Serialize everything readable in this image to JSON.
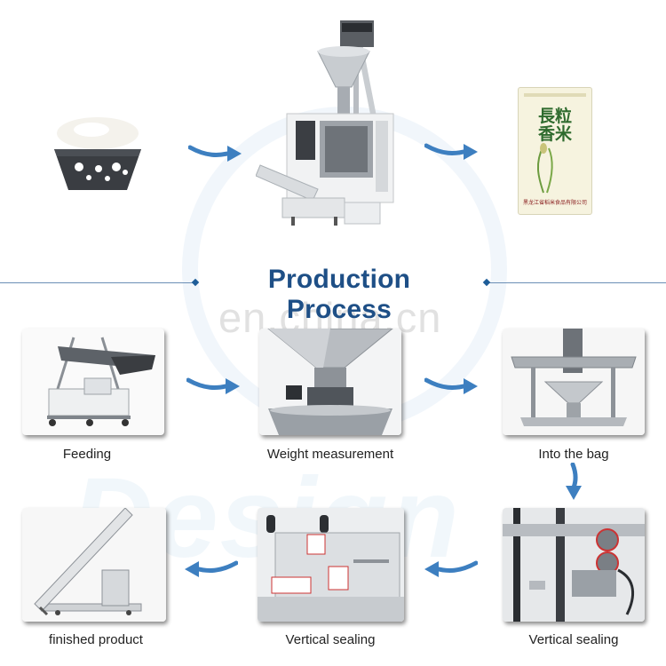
{
  "title": "Production Process",
  "watermark": {
    "site": "en.china.cn",
    "brand": "Design"
  },
  "bag_text": {
    "main": "長粒香米",
    "footer": "黑龙江省稻米食品有限公司"
  },
  "steps": [
    {
      "label": "Feeding"
    },
    {
      "label": "Weight measurement"
    },
    {
      "label": "Into the bag"
    },
    {
      "label": "Vertical sealing"
    },
    {
      "label": "Vertical sealing"
    },
    {
      "label": "finished product"
    }
  ],
  "colors": {
    "title": "#1e4f86",
    "arrow": "#3d7fc0",
    "rule": "#6b8fb5"
  }
}
